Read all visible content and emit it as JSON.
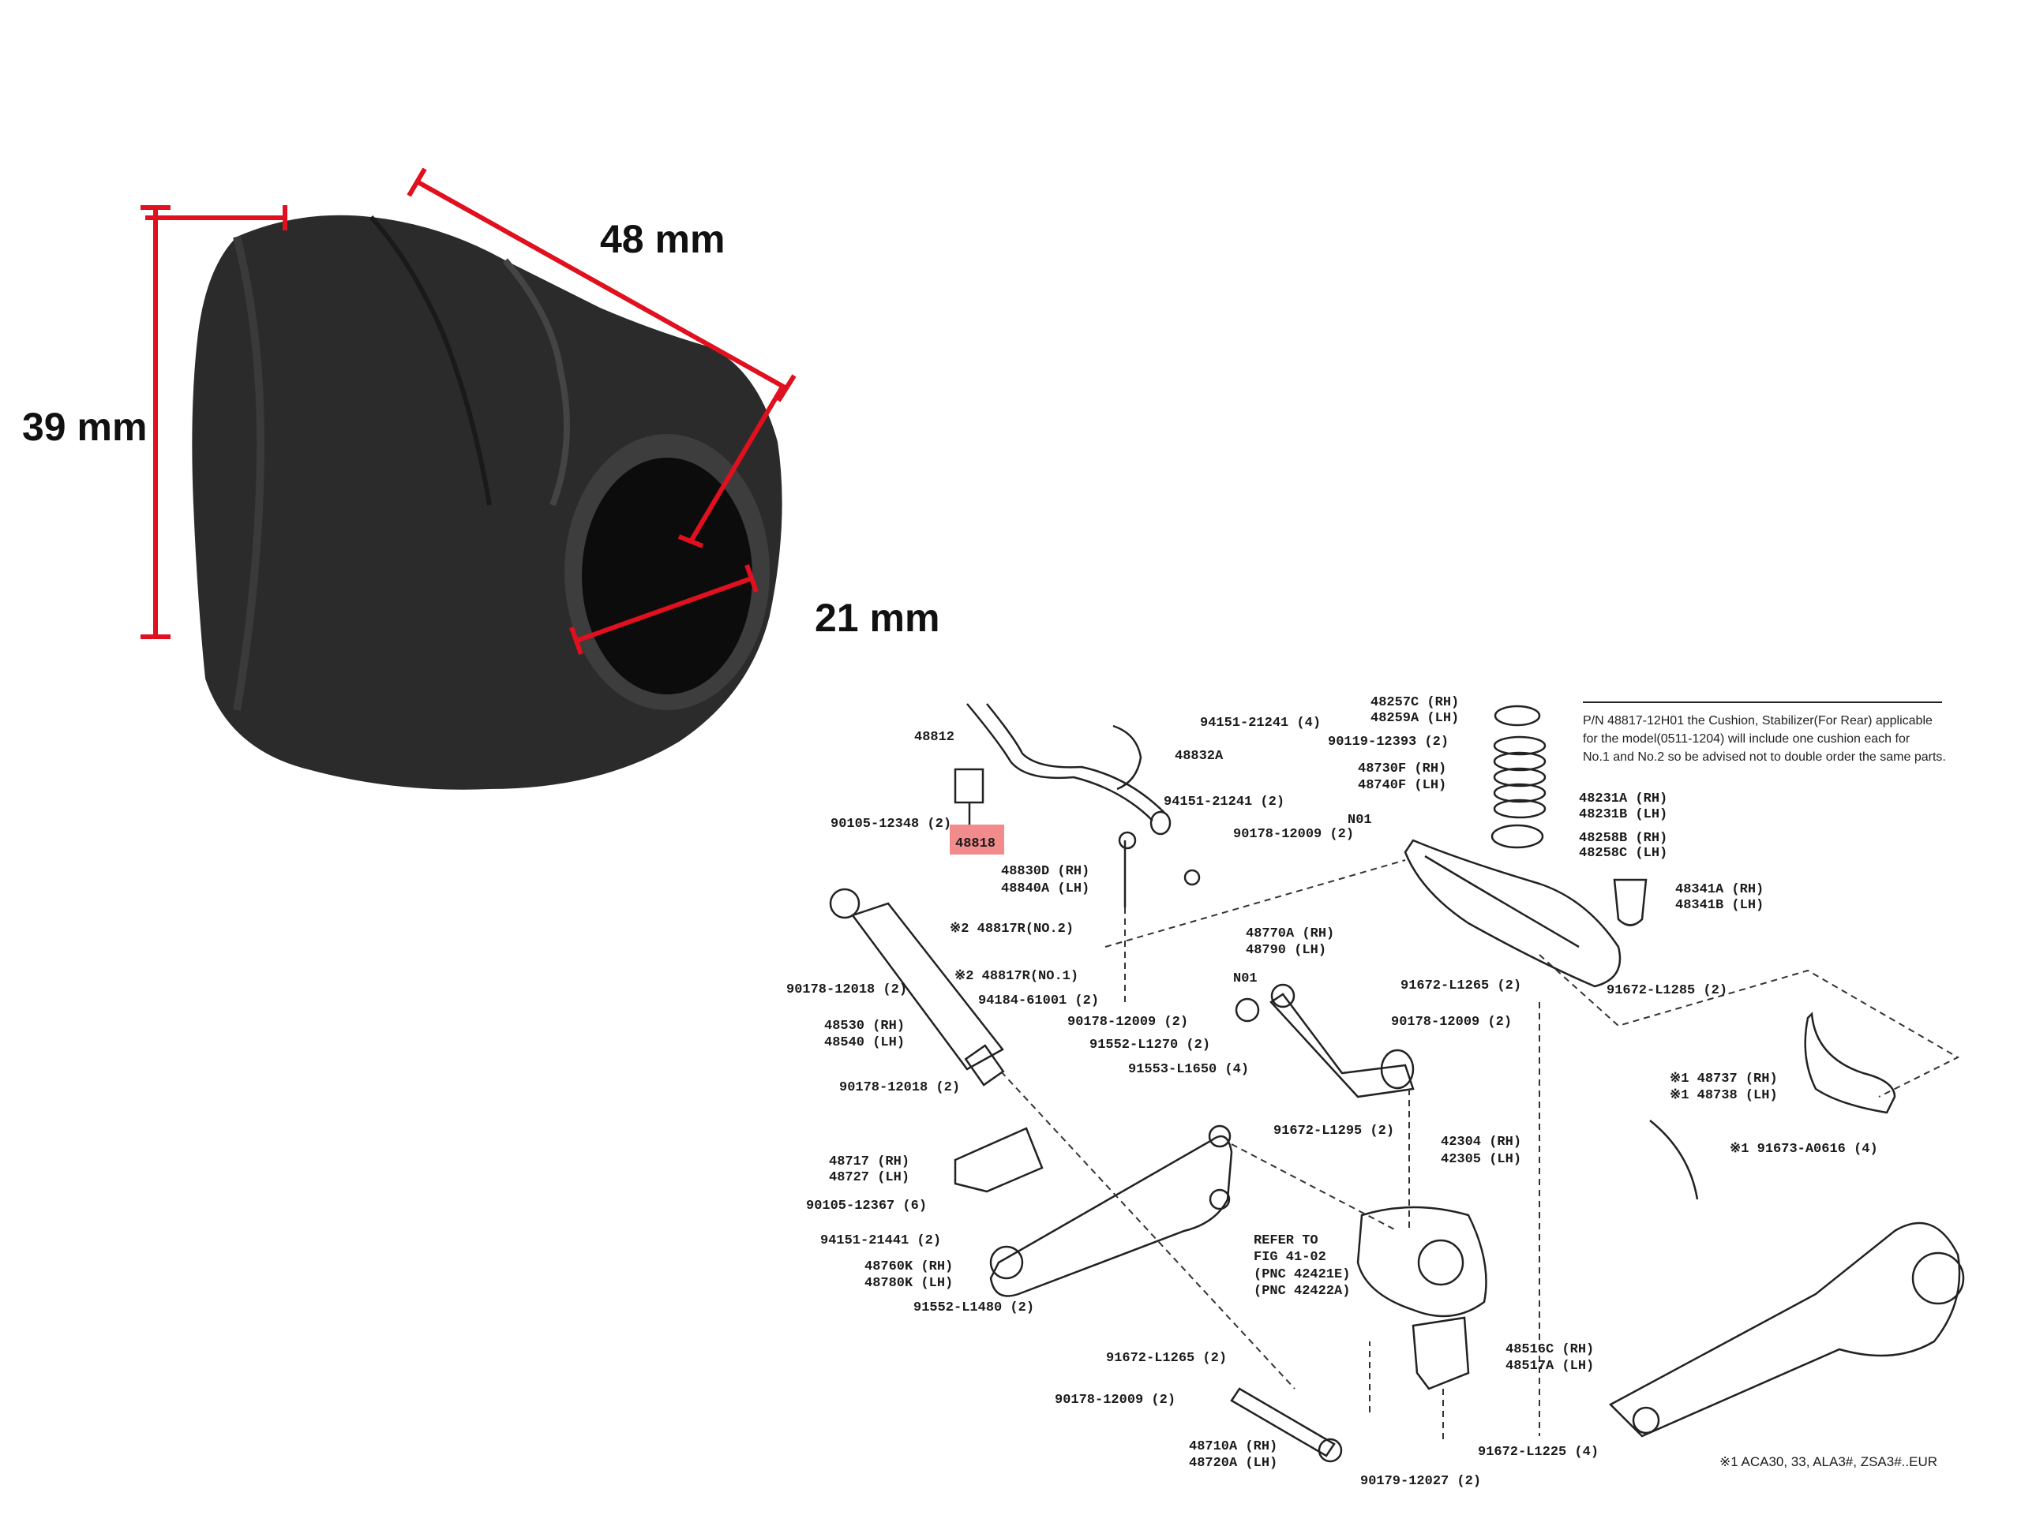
{
  "photo": {
    "dimensions": {
      "length": "48 mm",
      "height": "39 mm",
      "inner_diameter": "21 mm"
    },
    "colors": {
      "measure_line": "#e0101e",
      "rubber": "#2b2b2b"
    }
  },
  "diagram": {
    "highlight_color": "#f28b8b",
    "highlighted_part": "48818",
    "note": {
      "lines": [
        "P/N 48817-12H01 the Cushion, Stabilizer(For Rear) applicable",
        "for the model(0511-1204) will include one cushion each for",
        "No.1 and No.2 so be advised not to double order the same parts."
      ]
    },
    "labels": [
      "48257C (RH)",
      "48259A (LH)",
      "94151-21241 (4)",
      "48812",
      "48832A",
      "90119-12393 (2)",
      "48730F (RH)",
      "48740F (LH)",
      "94151-21241 (2)",
      "90105-12348 (2)",
      "48818",
      "N01",
      "90178-12009 (2)",
      "48231A (RH)",
      "48231B (LH)",
      "48258B (RH)",
      "48258C (LH)",
      "48830D (RH)",
      "48840A (LH)",
      "48341A (RH)",
      "48341B (LH)",
      "※2 48817R(NO.2)",
      "48770A (RH)",
      "48790 (LH)",
      "※2 48817R(NO.1)",
      "N01",
      "91672-L1265 (2)",
      "90178-12018 (2)",
      "94184-61001 (2)",
      "91672-L1285 (2)",
      "90178-12009 (2)",
      "90178-12009 (2)",
      "48530 (RH)",
      "48540 (LH)",
      "91552-L1270 (2)",
      "91553-L1650 (4)",
      "※1 48737 (RH)",
      "※1 48738 (LH)",
      "90178-12018 (2)",
      "91672-L1295 (2)",
      "42304 (RH)",
      "42305 (LH)",
      "※1 91673-A0616 (4)",
      "48717 (RH)",
      "48727 (LH)",
      "90105-12367 (6)",
      "REFER TO",
      "FIG 41-02",
      "(PNC 42421E)",
      "(PNC 42422A)",
      "94151-21441 (2)",
      "48760K (RH)",
      "48780K (LH)",
      "91552-L1480 (2)",
      "48516C (RH)",
      "48517A (LH)",
      "91672-L1265 (2)",
      "90178-12009 (2)",
      "48710A (RH)",
      "48720A (LH)",
      "91672-L1225 (4)",
      "※1 ACA30, 33, ALA3#, ZSA3#..EUR",
      "90179-12027 (2)"
    ]
  }
}
